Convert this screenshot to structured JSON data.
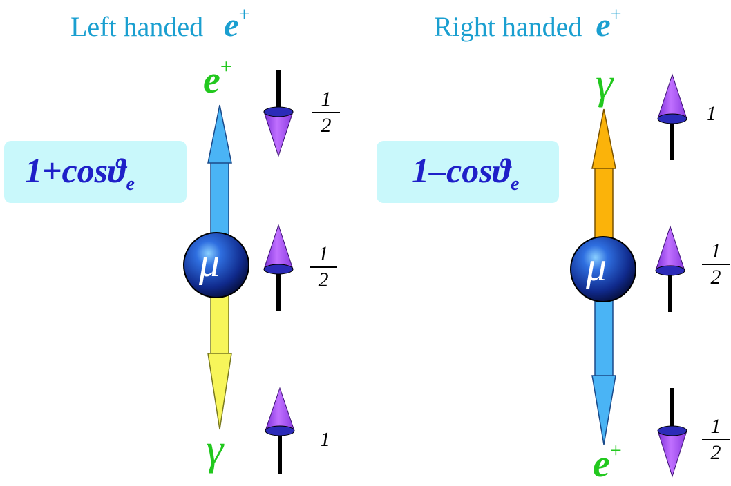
{
  "titles": {
    "left": "Left handed",
    "right": "Right handed",
    "particle": "e",
    "particle_sup": "+"
  },
  "left_panel": {
    "formula": "1+cosϑ",
    "formula_sub": "e",
    "top_particle": "e",
    "top_particle_sup": "+",
    "bottom_particle": "γ",
    "center": "μ",
    "spins": [
      {
        "num": "1",
        "den": "2"
      },
      {
        "num": "1",
        "den": "2"
      },
      {
        "value": "1"
      }
    ]
  },
  "right_panel": {
    "formula": "1–cosϑ",
    "formula_sub": "e",
    "top_particle": "γ",
    "bottom_particle": "e",
    "bottom_particle_sup": "+",
    "center": "μ",
    "spins": [
      {
        "value": "1"
      },
      {
        "num": "1",
        "den": "2"
      },
      {
        "num": "1",
        "den": "2"
      }
    ]
  },
  "colors": {
    "title": "#1a9fd0",
    "positron": "#22c81e",
    "formula_text": "#1f20c8",
    "formula_box": "#c9f8fb",
    "arrow_blue": "#4ab4f5",
    "arrow_yellow": "#f7f55a",
    "arrow_orange": "#fbb30a",
    "spin_cone": "#a850f0",
    "muon_ball": "#1530a8"
  },
  "icons": [
    "muon-sphere",
    "spin-cone",
    "momentum-arrow"
  ]
}
